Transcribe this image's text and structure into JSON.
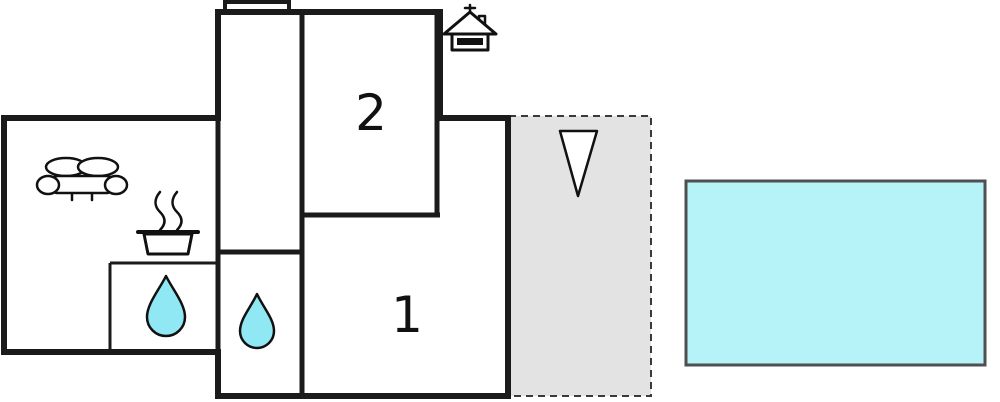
{
  "plan": {
    "type": "floorplan",
    "rooms": {
      "room1": {
        "label": "1"
      },
      "room2": {
        "label": "2"
      }
    },
    "icons": {
      "sofa": "sofa-icon",
      "cooking_pot": "cooking-pot-icon",
      "water_drop_kitchen": "water-drop-icon",
      "water_drop_bath": "water-drop-icon",
      "house": "house-icon",
      "north_arrow": "north-arrow-icon",
      "chimney": "chimney-icon"
    },
    "colors": {
      "wall": "#1b1b1b",
      "icon_stroke": "#111111",
      "terrace_fill": "#e3e3e3",
      "terrace_border": "#3a3a3a",
      "pool_fill": "#b5f3f9",
      "pool_border": "#4f4f4f",
      "drop_fill": "#8fe8f4",
      "background": "#ffffff"
    }
  }
}
